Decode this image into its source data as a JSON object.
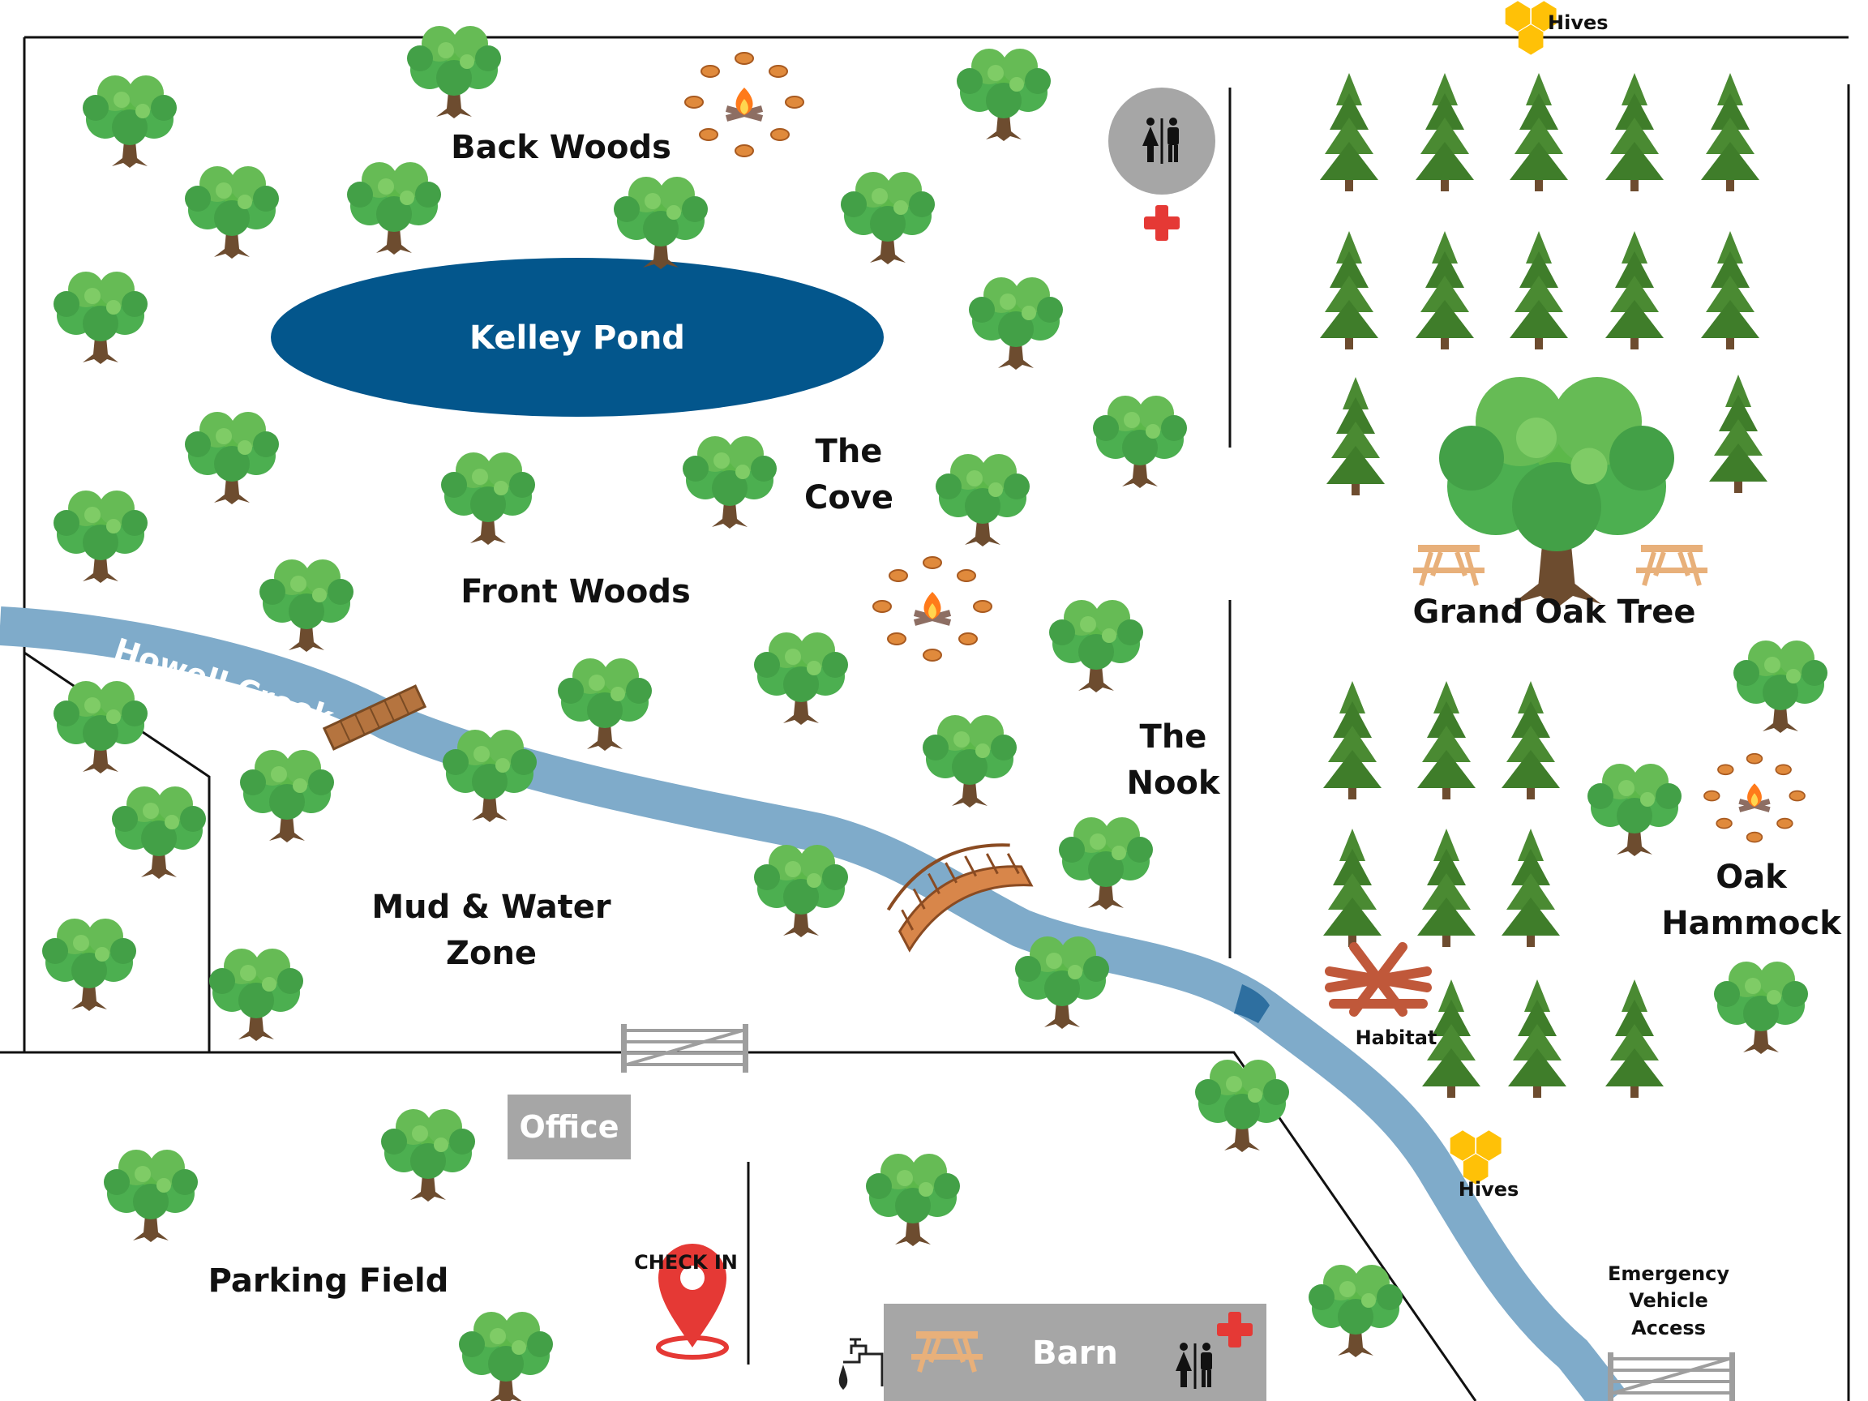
{
  "labels": {
    "hives_top": "Hives",
    "back_woods": "Back Woods",
    "pond": "Kelley Pond",
    "cove_1": "The",
    "cove_2": "Cove",
    "front_woods": "Front Woods",
    "creek": "Howell Creek",
    "nook_1": "The",
    "nook_2": "Nook",
    "mud_1": "Mud & Water",
    "mud_2": "Zone",
    "grand_oak": "Grand Oak Tree",
    "oak_hammock_1": "Oak",
    "oak_hammock_2": "Hammock",
    "habitat": "Habitat",
    "hives_bottom": "Hives",
    "office": "Office",
    "parking": "Parking Field",
    "check_in": "CHECK IN",
    "barn": "Barn",
    "emergency_1": "Emergency",
    "emergency_2": "Vehicle",
    "emergency_3": "Access"
  },
  "colors": {
    "pond": "#03568c",
    "creek": "#7fabca",
    "gray": "#a6a6a6",
    "restroom_circle": "#a6a6a6",
    "first_aid": "#e53935",
    "pin": "#e53935",
    "hive": "#ffc107",
    "pine": "#3f7d2a",
    "oak": "#4caf50",
    "trunk": "#6d4c2f"
  },
  "icons": [
    "deciduous-tree-icon",
    "pine-tree-icon",
    "campfire-icon",
    "restroom-icon",
    "first-aid-icon",
    "hive-icon",
    "picnic-table-icon",
    "bridge-icon",
    "gate-icon",
    "location-pin-icon",
    "water-spigot-icon",
    "log-habitat-icon"
  ]
}
